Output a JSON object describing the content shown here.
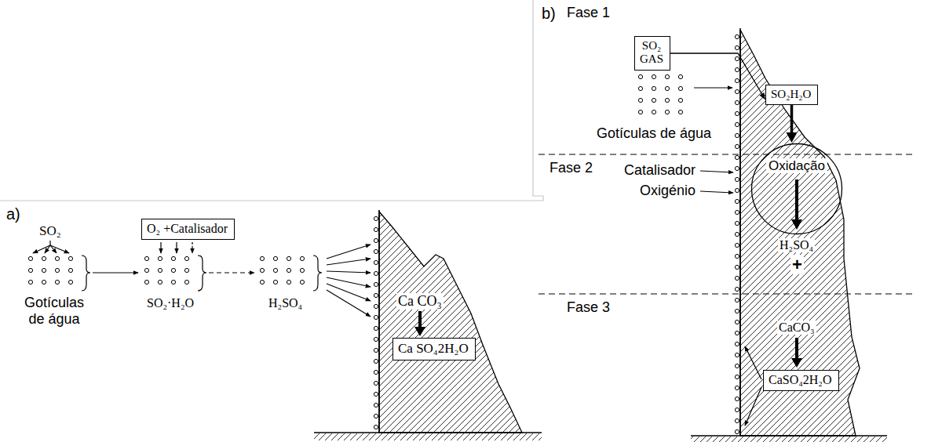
{
  "diagram": {
    "nodes": [
      {
        "text": [
          "O₂ +Catalisador"
        ]
      },
      {
        "text": [
          "Ca SO₄2H₂O"
        ]
      },
      {
        "text": [
          "SO₂ GAS"
        ]
      },
      {
        "text": [
          "SO₂H₂O"
        ]
      },
      {
        "text": [
          "Oxidação"
        ]
      },
      {
        "text": [
          "CaSO₄2H₂O"
        ]
      }
    ],
    "edges": [
      {
        "from": 2,
        "to": 3,
        "arrow": "to"
      },
      {
        "from": 3,
        "to": 4,
        "arrow": "to"
      }
    ],
    "labels": [
      "a)",
      "SO₂",
      "Gotículas de água",
      "SO₂·H₂O",
      "H₂SO₄",
      "Ca CO₃",
      "b)",
      "Fase 1",
      "Gotículas de água",
      "Fase 2",
      "Catalisador",
      "Oxigénio",
      "H₂SO₄",
      "+",
      "Fase 3",
      "CaCO₃"
    ]
  }
}
